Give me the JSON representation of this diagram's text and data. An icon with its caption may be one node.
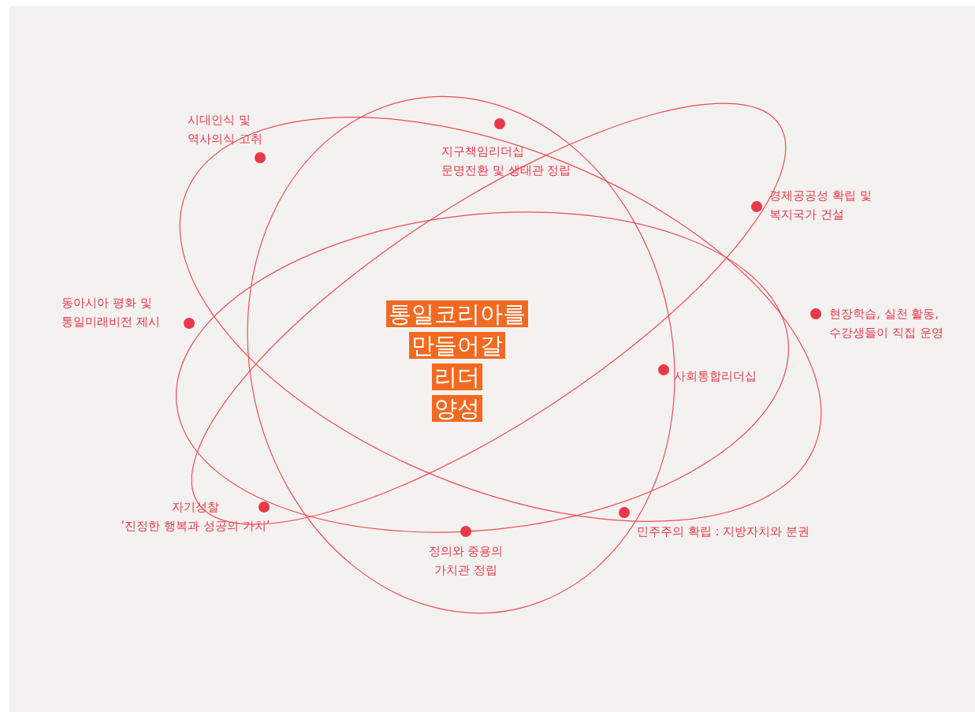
{
  "diagram": {
    "title": "통일코리아를 만들어갈 리더 양성",
    "labels": [
      "시대인식 및 역사의식 고취",
      "지구책임리더십 문명전환 및 생태관 정립",
      "경제공공성 확립 및 복지국가 건설",
      "동아시아 평화 및 통일미래비전 제시",
      "현장학습, 실천 활동, 수강생들이 직접 운영",
      "사회통합리더십",
      "자기성찰 ‘진정한 행복과 성공의 가치’",
      "민주주의 확립 : 지방자치와 분권",
      "정의와 중용의 가치관 정립"
    ]
  }
}
